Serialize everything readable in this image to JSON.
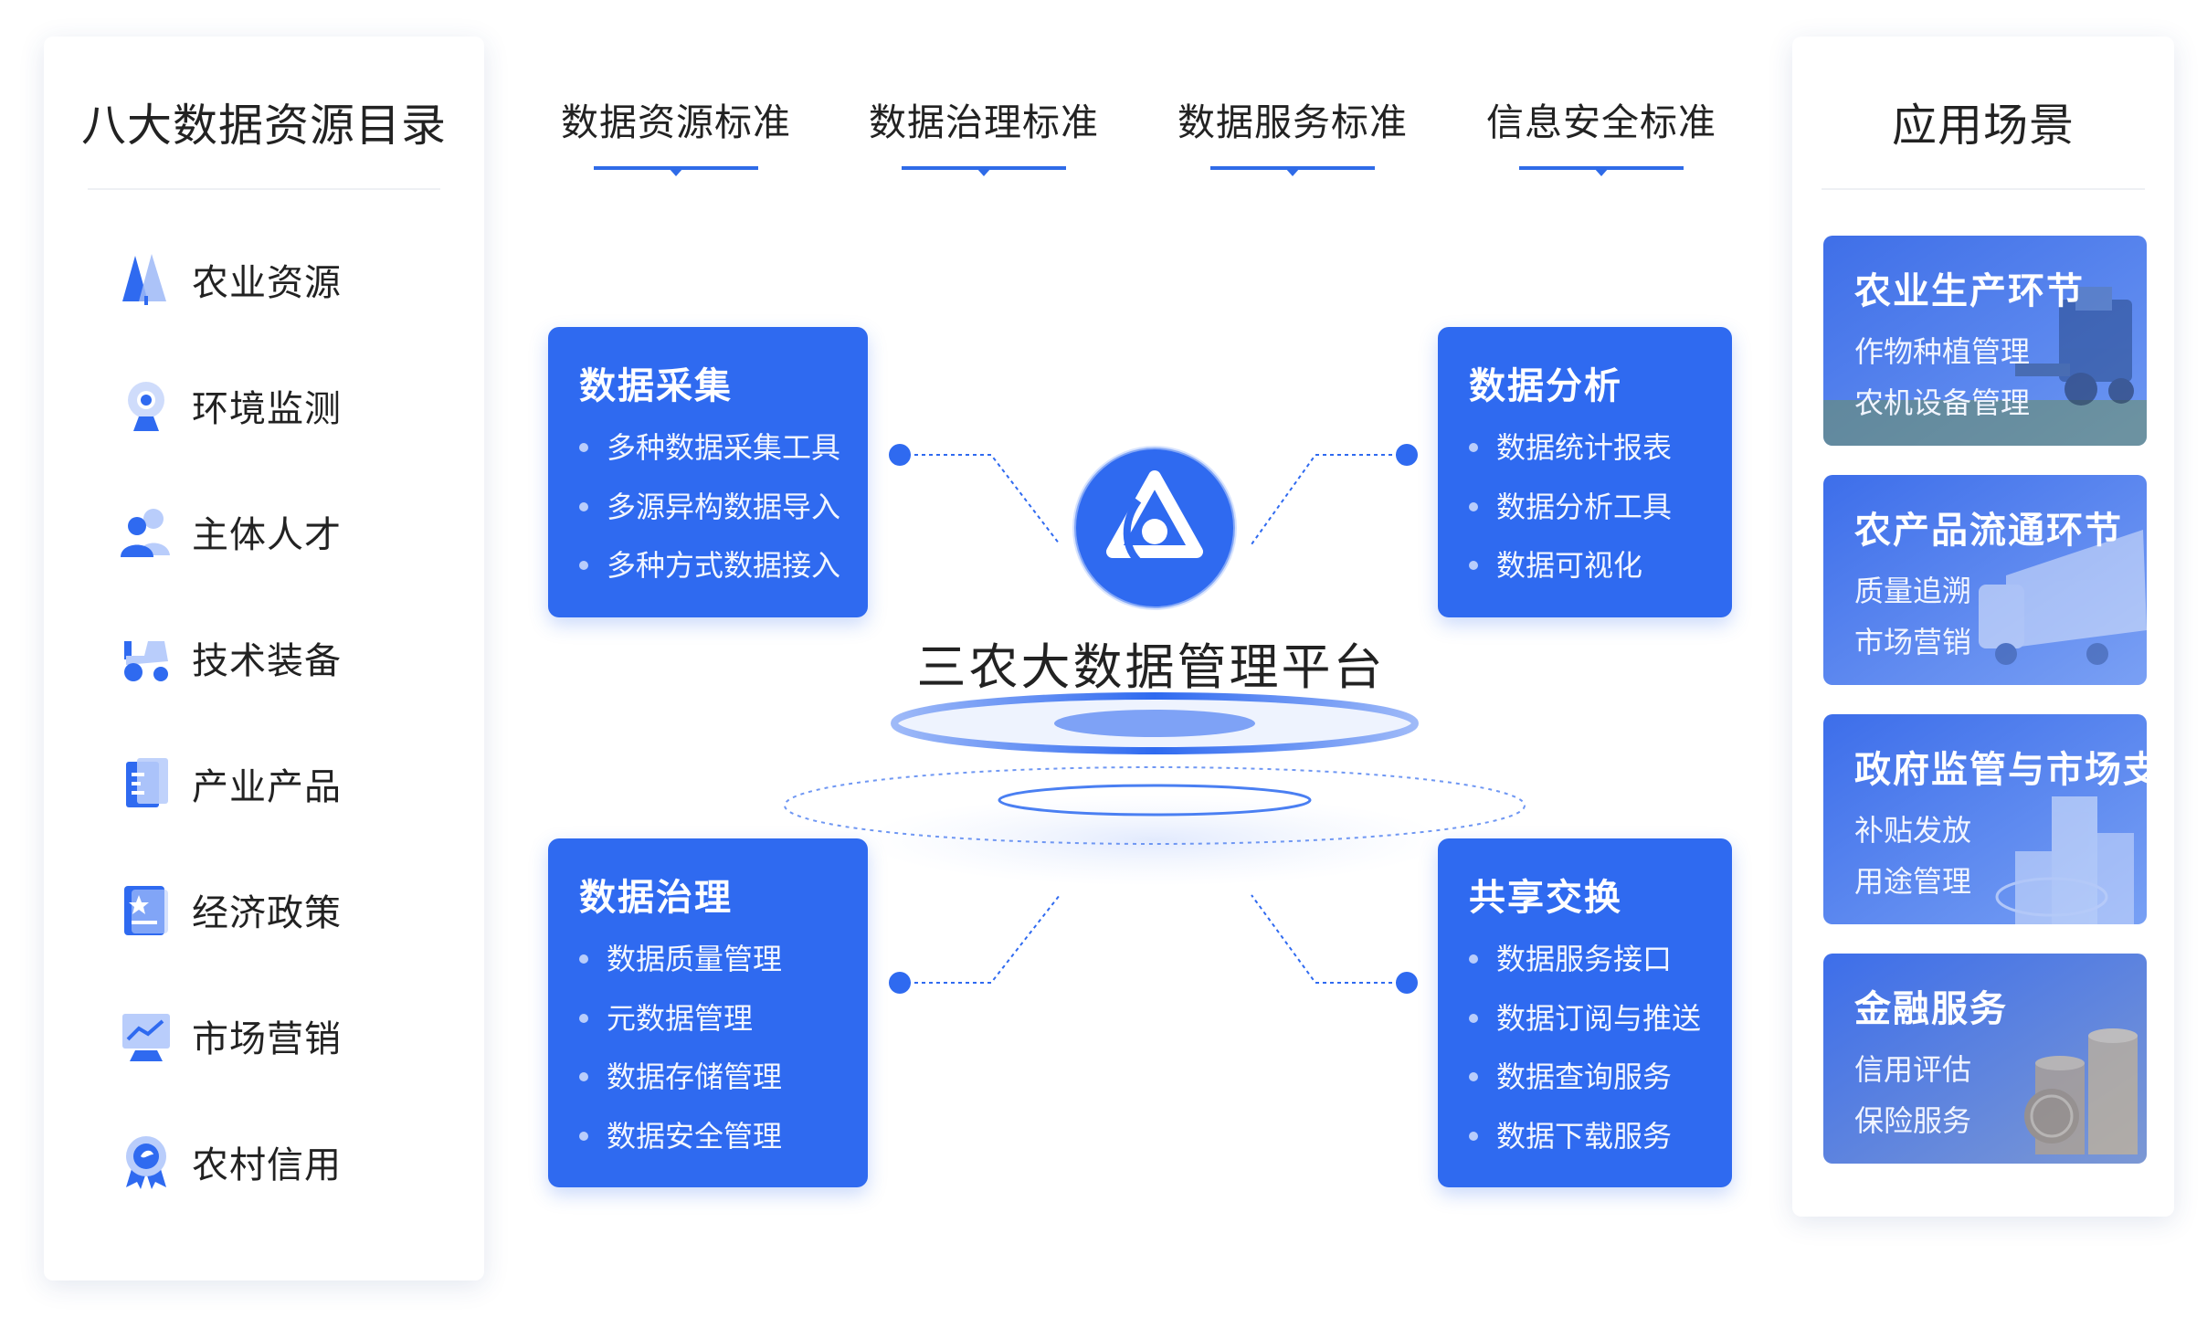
{
  "catalog": {
    "title": "八大数据资源目录",
    "items": [
      {
        "label": "农业资源",
        "icon": "trees-icon"
      },
      {
        "label": "环境监测",
        "icon": "monitor-sensor-icon"
      },
      {
        "label": "主体人才",
        "icon": "people-icon"
      },
      {
        "label": "技术装备",
        "icon": "tractor-icon"
      },
      {
        "label": "产业产品",
        "icon": "product-document-icon"
      },
      {
        "label": "经济政策",
        "icon": "policy-document-icon"
      },
      {
        "label": "市场营销",
        "icon": "market-chart-icon"
      },
      {
        "label": "农村信用",
        "icon": "credit-badge-icon"
      }
    ]
  },
  "standards": [
    {
      "label": "数据资源标准"
    },
    {
      "label": "数据治理标准"
    },
    {
      "label": "数据服务标准"
    },
    {
      "label": "信息安全标准"
    }
  ],
  "modules": {
    "collect": {
      "title": "数据采集",
      "items": [
        "多种数据采集工具",
        "多源异构数据导入",
        "多种方式数据接入"
      ]
    },
    "analysis": {
      "title": "数据分析",
      "items": [
        "数据统计报表",
        "数据分析工具",
        "数据可视化"
      ]
    },
    "governance": {
      "title": "数据治理",
      "items": [
        "数据质量管理",
        "元数据管理",
        "数据存储管理",
        "数据安全管理"
      ]
    },
    "sharing": {
      "title": "共享交换",
      "items": [
        "数据服务接口",
        "数据订阅与推送",
        "数据查询服务",
        "数据下载服务"
      ]
    }
  },
  "platform": {
    "title": "三农大数据管理平台",
    "logo": "platform-logo-icon"
  },
  "scenes": {
    "title": "应用场景",
    "cards": [
      {
        "title": "农业生产环节",
        "items": [
          "作物种植管理",
          "农机设备管理"
        ],
        "image": "harvester-icon"
      },
      {
        "title": "农产品流通环节",
        "items": [
          "质量追溯",
          "市场营销"
        ],
        "image": "truck-icon"
      },
      {
        "title": "政府监管与市场支",
        "items": [
          "补贴发放",
          "用途管理"
        ],
        "image": "buildings-icon"
      },
      {
        "title": "金融服务",
        "items": [
          "信用评估",
          "保险服务"
        ],
        "image": "coins-icon"
      }
    ]
  },
  "colors": {
    "accent": "#2f6af0",
    "accent_light": "#b9cdfb",
    "scene_bg": "#4d7df2"
  }
}
